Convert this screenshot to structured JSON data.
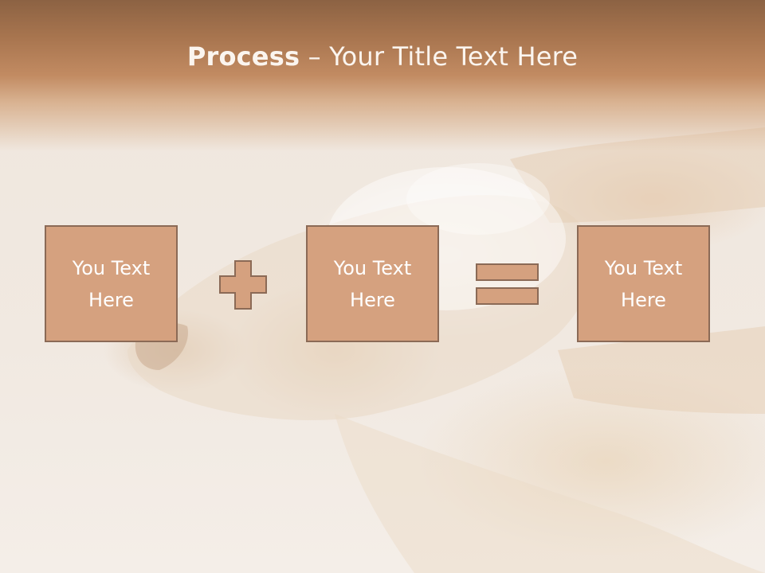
{
  "slide": {
    "title_bold": "Process",
    "title_dash": " – ",
    "title_rest": "Your Title Text Here"
  },
  "process": {
    "boxes": [
      {
        "text": "You Text\nHere"
      },
      {
        "text": "You Text\nHere"
      },
      {
        "text": "You Text\nHere"
      }
    ],
    "operators": [
      "plus",
      "equals"
    ]
  },
  "colors": {
    "header": "#a8754f",
    "box_fill": "#d5a17f",
    "box_border": "#8b6a56",
    "text": "#ffffff"
  }
}
